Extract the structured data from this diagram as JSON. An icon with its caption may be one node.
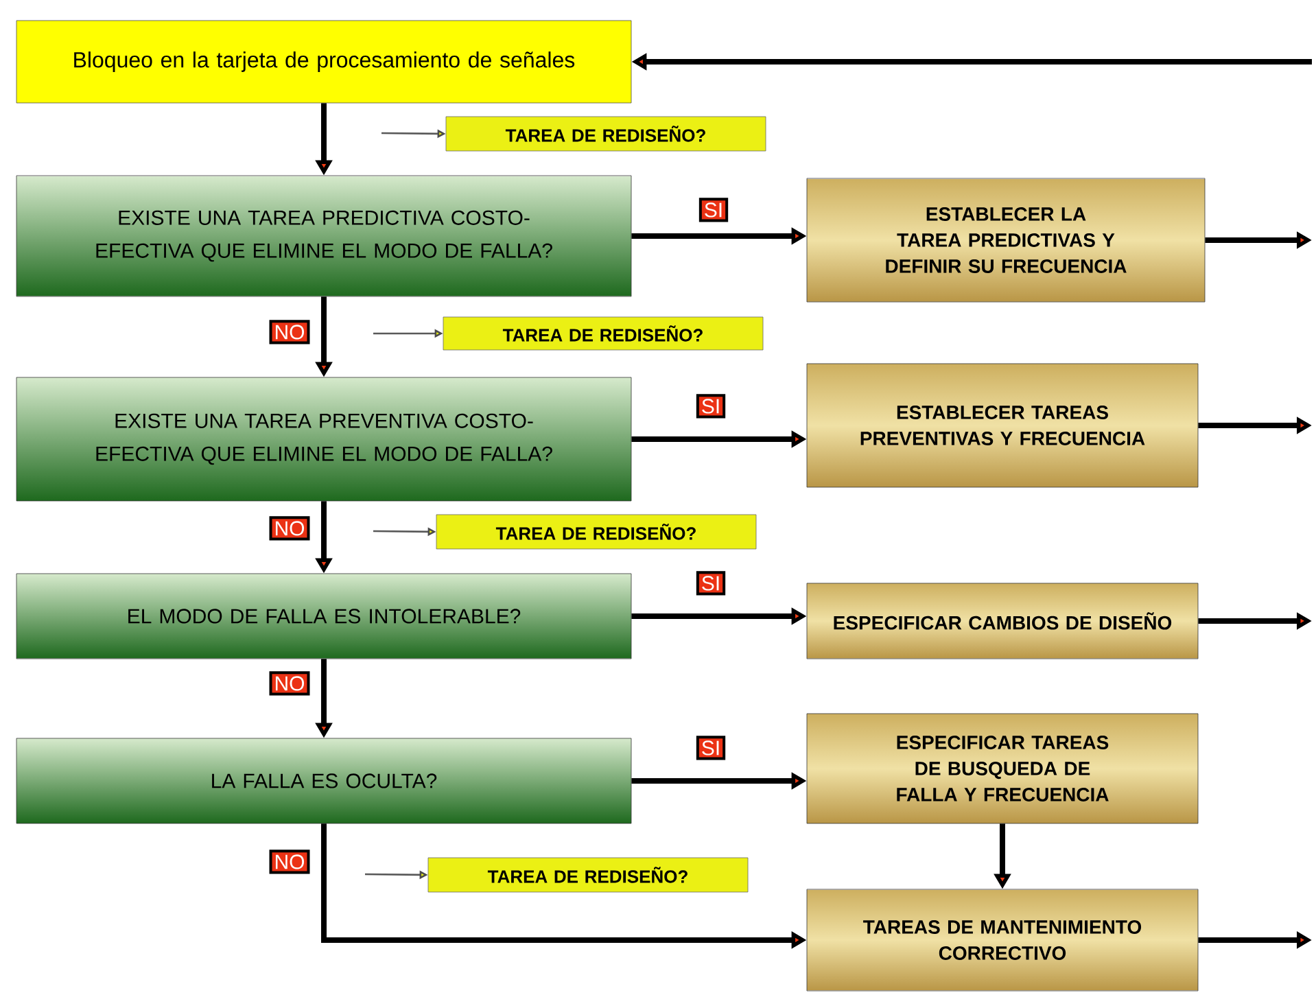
{
  "diagram": {
    "nodes": [
      {
        "text": [
          "Bloqueo en la tarjeta de procesamiento de señales"
        ]
      },
      {
        "text": [
          "EXISTE UNA TAREA PREDICTIVA COSTO-EFECTIVA QUE ELIMINE EL MODO DE FALLA?"
        ]
      },
      {
        "text": [
          "ESTABLECER LA TAREA PREDICTIVAS Y DEFINIR SU FRECUENCIA"
        ]
      },
      {
        "text": [
          "EXISTE UNA TAREA PREVENTIVA COSTO-EFECTIVA QUE ELIMINE EL MODO DE FALLA?"
        ]
      },
      {
        "text": [
          "ESTABLECER TAREAS PREVENTIVAS Y FRECUENCIA"
        ]
      },
      {
        "text": [
          "EL MODO DE FALLA ES INTOLERABLE?"
        ]
      },
      {
        "text": [
          "ESPECIFICAR CAMBIOS DE DISEÑO"
        ]
      },
      {
        "text": [
          "LA FALLA ES OCULTA?"
        ]
      },
      {
        "text": [
          "ESPECIFICAR TAREAS DE BUSQUEDA DE FALLA Y FRECUENCIA"
        ]
      },
      {
        "text": [
          "TAREAS DE MANTENIMIENTO CORRECTIVO"
        ]
      },
      {
        "text": [
          "TAREA DE REDISEÑO?"
        ]
      },
      {
        "text": [
          "TAREA DE REDISEÑO?"
        ]
      },
      {
        "text": [
          "TAREA DE REDISEÑO?"
        ]
      },
      {
        "text": [
          "TAREA DE REDISEÑO?"
        ]
      }
    ],
    "edges": [
      {
        "from": 0,
        "to": 1,
        "arrow": "to"
      },
      {
        "from": 1,
        "to": 2,
        "arrow": "to",
        "label": "SI"
      },
      {
        "from": 1,
        "to": 3,
        "arrow": "to",
        "label": "NO"
      },
      {
        "from": 3,
        "to": 4,
        "arrow": "to",
        "label": "SI"
      },
      {
        "from": 3,
        "to": 5,
        "arrow": "to",
        "label": "NO"
      },
      {
        "from": 5,
        "to": 6,
        "arrow": "to",
        "label": "SI"
      },
      {
        "from": 5,
        "to": 7,
        "arrow": "to",
        "label": "NO"
      },
      {
        "from": 7,
        "to": 8,
        "arrow": "to",
        "label": "SI"
      },
      {
        "from": 7,
        "to": 9,
        "arrow": "to",
        "label": "NO"
      },
      {
        "from": 8,
        "to": 9,
        "arrow": "to"
      },
      {
        "from": 2,
        "to": null,
        "arrow": "to"
      },
      {
        "from": 4,
        "to": null,
        "arrow": "to"
      },
      {
        "from": 6,
        "to": null,
        "arrow": "to"
      },
      {
        "from": 9,
        "to": null,
        "arrow": "to"
      },
      {
        "from": null,
        "to": 0,
        "arrow": "to"
      },
      {
        "from": null,
        "to": 10,
        "arrow": "to",
        "color": "#595959"
      },
      {
        "from": null,
        "to": 11,
        "arrow": "to",
        "color": "#595959"
      },
      {
        "from": null,
        "to": 12,
        "arrow": "to",
        "color": "#595959"
      },
      {
        "from": null,
        "to": 13,
        "arrow": "to",
        "color": "#595959"
      }
    ]
  }
}
